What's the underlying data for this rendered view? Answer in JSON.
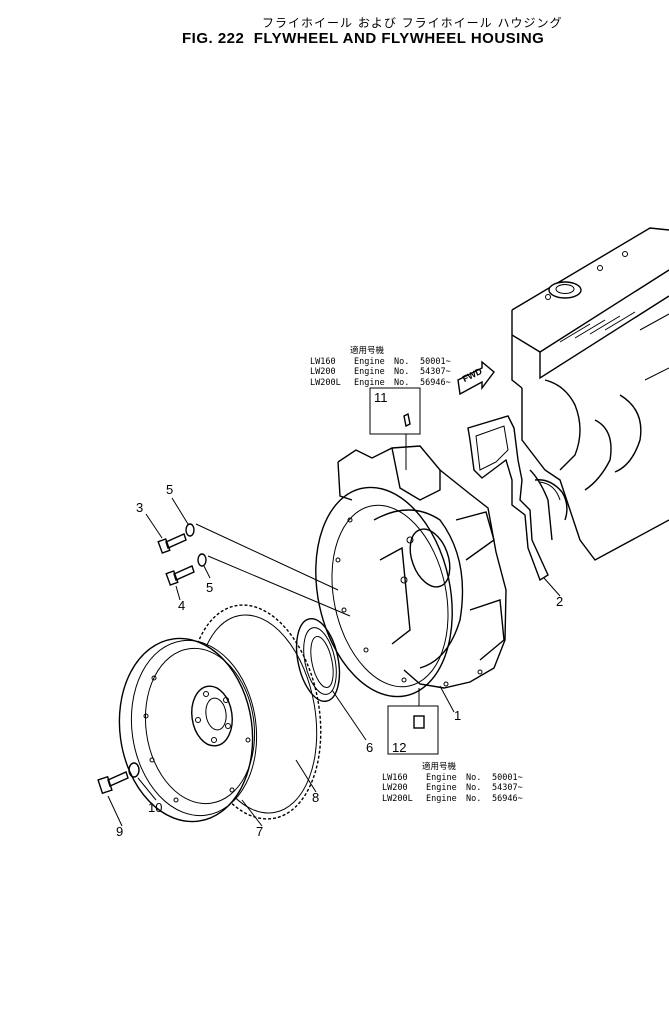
{
  "figure": {
    "japanese_title": "フライホイール および フライホイール ハウジング",
    "title": "FIG. 222  FLYWHEEL AND FLYWHEEL HOUSING"
  },
  "fwd_label": "FWD",
  "callouts": {
    "c1": "1",
    "c2": "2",
    "c3": "3",
    "c4": "4",
    "c5a": "5",
    "c5b": "5",
    "c6": "6",
    "c7": "7",
    "c8": "8",
    "c9": "9",
    "c10": "10",
    "c11": "11",
    "c12": "12"
  },
  "notes": {
    "upper": {
      "header": "適用号機",
      "rows": [
        {
          "model": "LW160",
          "engine": "Engine",
          "no": "No.",
          "serial": "50001~"
        },
        {
          "model": "LW200",
          "engine": "Engine",
          "no": "No.",
          "serial": "54307~"
        },
        {
          "model": "LW200L",
          "engine": "Engine",
          "no": "No.",
          "serial": "56946~"
        }
      ]
    },
    "lower": {
      "header": "適用号機",
      "rows": [
        {
          "model": "LW160",
          "engine": "Engine",
          "no": "No.",
          "serial": "50001~"
        },
        {
          "model": "LW200",
          "engine": "Engine",
          "no": "No.",
          "serial": "54307~"
        },
        {
          "model": "LW200L",
          "engine": "Engine",
          "no": "No.",
          "serial": "56946~"
        }
      ]
    }
  }
}
